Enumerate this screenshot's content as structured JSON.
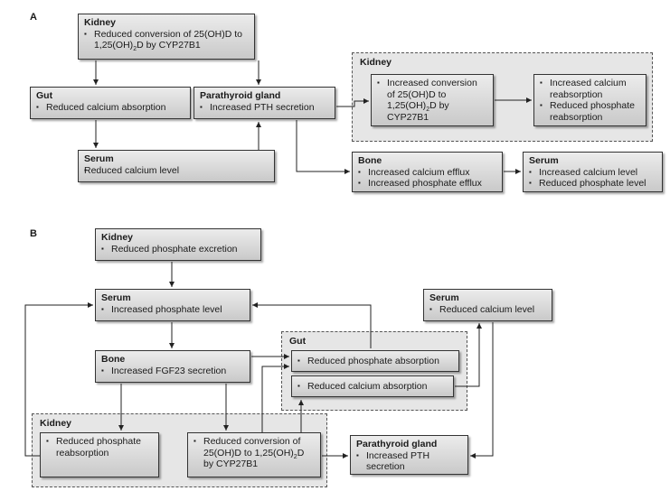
{
  "panels": {
    "a": "A",
    "b": "B"
  },
  "a": {
    "kidney_top": {
      "title": "Kidney",
      "items": [
        "Reduced conversion of 25(OH)D to 1,25(OH)",
        "2",
        "D by CYP27B1"
      ]
    },
    "gut": {
      "title": "Gut",
      "items": [
        "Reduced calcium absorption"
      ]
    },
    "parathyroid": {
      "title": "Parathyroid gland",
      "items": [
        "Increased PTH secretion"
      ]
    },
    "serum_left": {
      "title": "Serum",
      "items": [
        "Reduced calcium level"
      ]
    },
    "kidney_group": {
      "title": "Kidney"
    },
    "kidney_conv": {
      "items": [
        "Increased conversion of 25(OH)D to 1,25(OH)",
        "2",
        "D by CYP27B1"
      ]
    },
    "kidney_reab": {
      "items": [
        "Increased calcium reabsorption",
        "Reduced phosphate reabsorption"
      ]
    },
    "bone": {
      "title": "Bone",
      "items": [
        "Increased calcium efflux",
        "Increased phosphate efflux"
      ]
    },
    "serum_right": {
      "title": "Serum",
      "items": [
        "Increased calcium level",
        "Reduced phosphate level"
      ]
    }
  },
  "b": {
    "kidney_top": {
      "title": "Kidney",
      "items": [
        "Reduced phosphate excretion"
      ]
    },
    "serum_left": {
      "title": "Serum",
      "items": [
        "Increased  phosphate level"
      ]
    },
    "serum_right": {
      "title": "Serum",
      "items": [
        "Reduced calcium level"
      ]
    },
    "bone": {
      "title": "Bone",
      "items": [
        "Increased FGF23 secretion"
      ]
    },
    "gut_group": {
      "title": "Gut"
    },
    "gut_phos": {
      "items": [
        "Reduced phosphate absorption"
      ]
    },
    "gut_calc": {
      "items": [
        "Reduced calcium absorption"
      ]
    },
    "kidney_group": {
      "title": "Kidney"
    },
    "kidney_reab": {
      "items": [
        "Reduced phosphate reabsorption"
      ]
    },
    "kidney_conv": {
      "items": [
        "Reduced conversion of 25(OH)D to 1,25(OH)",
        "2",
        "D by CYP27B1"
      ]
    },
    "parathyroid": {
      "title": "Parathyroid gland",
      "items": [
        "Increased PTH secretion"
      ]
    }
  }
}
